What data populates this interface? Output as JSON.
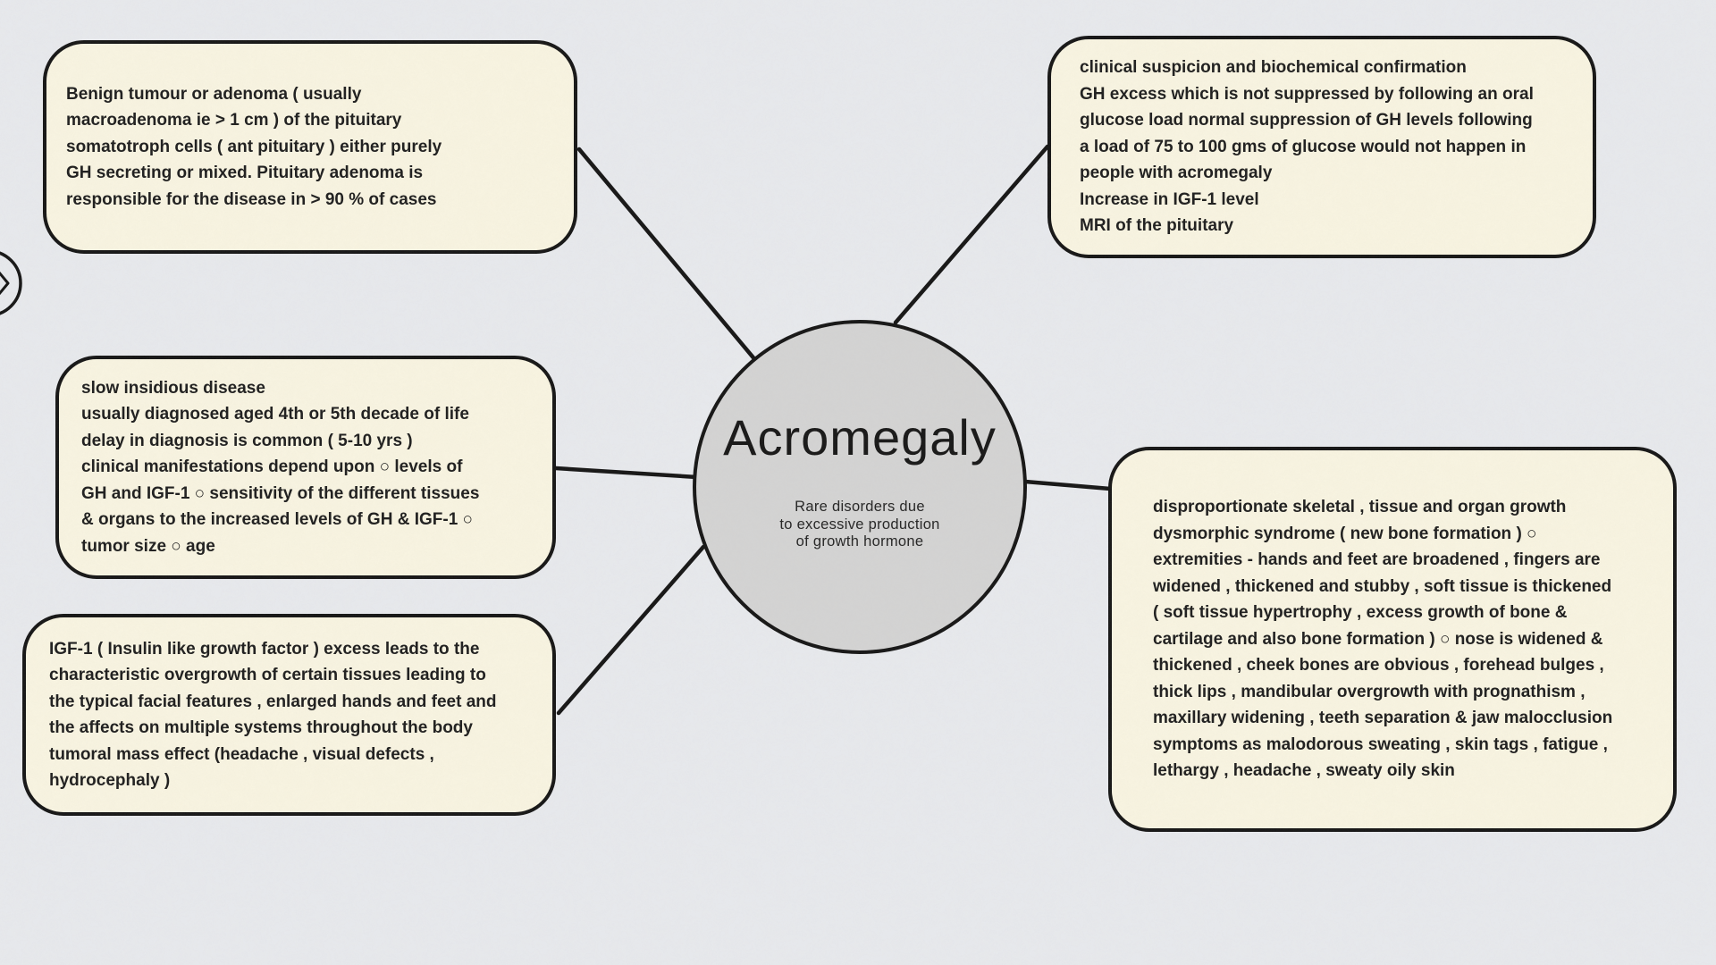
{
  "colors": {
    "background": "#e8eaee",
    "node_fill": "#f9f5e2",
    "center_fill": "#d4d4d4",
    "ink": "#141414",
    "text": "#1d1d1d"
  },
  "center": {
    "title": "Acromegaly",
    "subtitle": "Rare disorders due\nto excessive production\nof growth hormone"
  },
  "nodes": [
    {
      "id": "cause",
      "text": "Benign tumour or adenoma ( usually\nmacroadenoma ie > 1 cm ) of the pituitary\nsomatotroph cells ( ant pituitary ) either purely\nGH secreting or mixed. Pituitary adenoma is\nresponsible for the disease in > 90 % of cases"
    },
    {
      "id": "diagnosis",
      "text": "clinical suspicion and biochemical confirmation\nGH excess which is not suppressed by following an oral\nglucose load normal suppression of GH levels following\na load of 75 to 100 gms of glucose would not happen in\npeople with acromegaly\nIncrease in IGF-1 level\nMRI of the pituitary"
    },
    {
      "id": "course",
      "text": "slow insidious disease\nusually diagnosed aged 4th or 5th decade of life\ndelay in diagnosis is common ( 5-10 yrs )\nclinical manifestations depend upon ○ levels of\nGH and IGF-1 ○ sensitivity of the different tissues\n& organs to the increased levels of GH & IGF-1 ○\ntumor size ○ age"
    },
    {
      "id": "igf1",
      "text": "IGF-1 ( Insulin like growth factor ) excess leads to the\ncharacteristic overgrowth of certain tissues leading to\nthe typical facial features , enlarged hands and feet and\nthe affects on multiple systems throughout the body\ntumoral mass effect (headache , visual defects ,\nhydrocephaly )"
    },
    {
      "id": "features",
      "text": "disproportionate skeletal , tissue and organ growth\ndysmorphic syndrome ( new bone formation ) ○\nextremities - hands and feet are broadened , fingers are\nwidened , thickened and stubby , soft tissue is thickened\n( soft tissue hypertrophy , excess growth of bone &\ncartilage and also bone formation ) ○ nose is widened &\nthickened , cheek bones are obvious , forehead bulges ,\nthick lips , mandibular overgrowth with prognathism ,\nmaxillary widening , teeth separation & jaw malocclusion\nsymptoms as malodorous sweating , skin tags , fatigue ,\nlethargy , headache , sweaty oily skin"
    }
  ],
  "edge_button": {
    "icon": "chevron-right-icon"
  }
}
